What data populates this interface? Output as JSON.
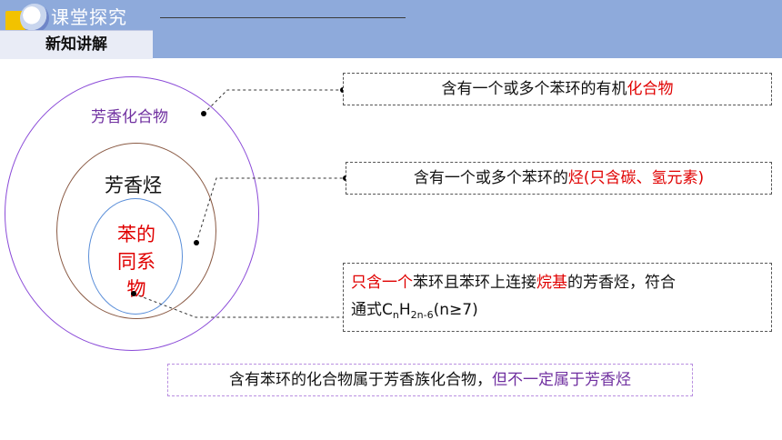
{
  "header": {
    "title": "课堂探究",
    "section_tab": "新知讲解"
  },
  "diagram": {
    "outer_label": "芳香化合物",
    "middle_label": "芳香烃",
    "inner_label": "苯的同系物"
  },
  "definitions": {
    "aromatic_compound": {
      "prefix": "含有一个或多个苯环的有机",
      "highlight": "化合物"
    },
    "arene": {
      "prefix": "含有一个或多个苯环的",
      "highlight": "烃(只含碳、氢元素)"
    },
    "benzene_homolog": {
      "part1_red": "只含一个",
      "part2": "苯环且苯环上连接",
      "part3_red": "烷基",
      "part4": "的芳香烃，符合",
      "part5": "通式C",
      "sub_n": "n",
      "h": "H",
      "sub_2n6": "2n-6",
      "part6": "(n≥7)"
    }
  },
  "note": {
    "text": "含有苯环的化合物属于芳香族化合物，",
    "highlight": "但不一定属于芳香烃"
  },
  "colors": {
    "header_bg": "#8eaadb",
    "purple": "#7030a0",
    "red": "#e00000",
    "outer_ellipse": "#8b4bd8",
    "middle_ellipse": "#8a5a44",
    "inner_ellipse": "#5b8fd9"
  },
  "icons": {
    "logo": "globe-logo-icon"
  }
}
